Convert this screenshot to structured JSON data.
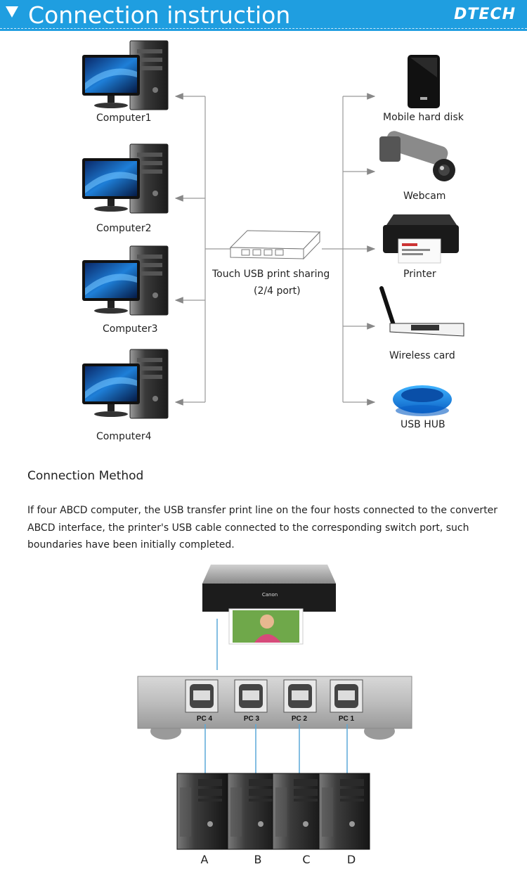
{
  "header": {
    "title": "Connection instruction",
    "brand": "DTECH",
    "accent": "#1f9ee0"
  },
  "computers": [
    "Computer1",
    "Computer2",
    "Computer3",
    "Computer4"
  ],
  "switch_label": {
    "line1": "Touch USB print sharing",
    "line2": "(2/4 port)"
  },
  "devices": [
    "Mobile hard disk",
    "Webcam",
    "Printer",
    "Wireless card",
    "USB HUB"
  ],
  "method": {
    "title": "Connection Method",
    "text": "If four ABCD computer, the USB transfer print line on the four hosts connected to the converter ABCD interface, the printer's USB cable connected to the corresponding switch port, such boundaries have been initially completed."
  },
  "ports": [
    "PC 4",
    "PC 3",
    "PC 2",
    "PC 1"
  ],
  "hosts": [
    "A",
    "B",
    "C",
    "D"
  ],
  "printer_brand": "Canon"
}
